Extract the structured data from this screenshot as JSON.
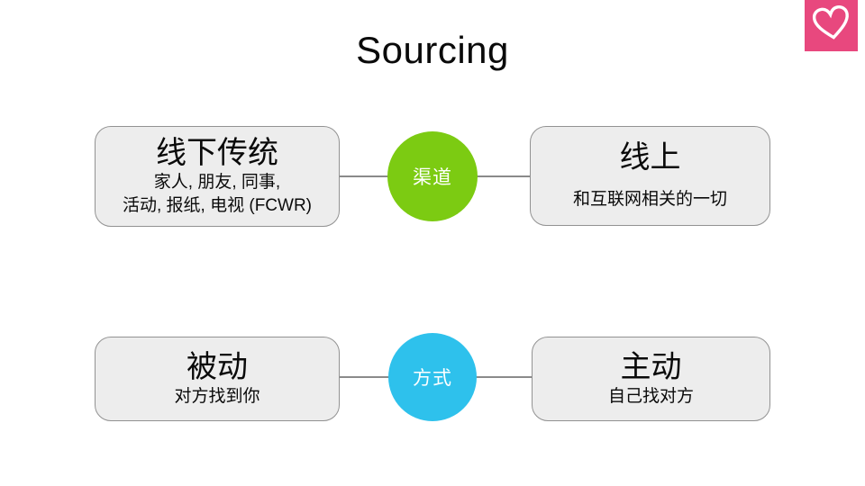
{
  "slide": {
    "title": "Sourcing"
  },
  "logo": {
    "name": "heart-brand-logo",
    "color": "#E8487E",
    "glyph_color": "#ffffff"
  },
  "rows": [
    {
      "left": {
        "title": "线下传统",
        "lines": [
          "家人, 朋友, 同事,",
          "活动, 报纸, 电视 (FCWR)"
        ]
      },
      "connector": {
        "label": "渠道",
        "color": "#7CCB12"
      },
      "right": {
        "title": "线上",
        "lines": [
          "和互联网相关的一切"
        ]
      }
    },
    {
      "left": {
        "title": "被动",
        "lines": [
          "对方找到你"
        ]
      },
      "connector": {
        "label": "方式",
        "color": "#2EC1EC"
      },
      "right": {
        "title": "主动",
        "lines": [
          "自己找对方"
        ]
      }
    }
  ],
  "line_color": "#8a8a8a",
  "box_fill": "#ededed",
  "box_border": "#929292"
}
